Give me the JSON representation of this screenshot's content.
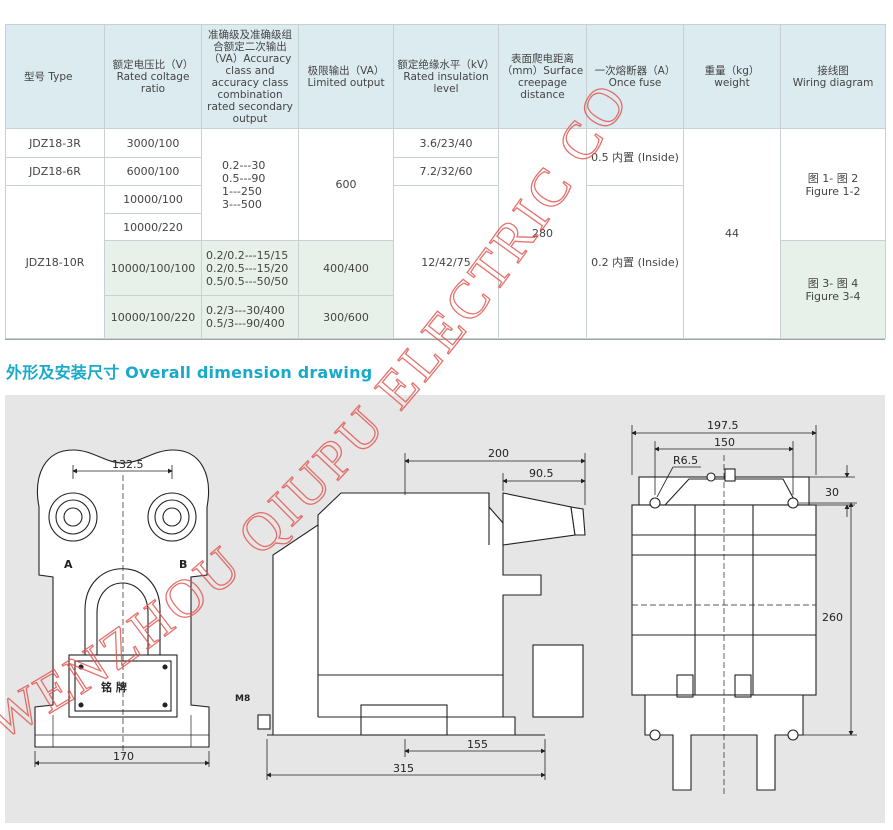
{
  "spec_table": {
    "headers": {
      "type": "型号 Type",
      "ratio": "额定电压比（V）\nRated coltage ratio",
      "accuracy": "准确级及准确级组合额定二次输出（VA）Accuracy class and accuracy class combination rated secondary output",
      "limited": "极限输出（VA）\nLimited output",
      "insulation": "额定绝缘水平（kV）\nRated insulation level",
      "creepage": "表面爬电距离（mm）Surface creepage distance",
      "fuse": "一次熔断器（A）\nOnce fuse",
      "weight": "重量（kg）\nweight",
      "wiring": "接线图\nWiring diagram"
    },
    "rows": {
      "type_3r": "JDZ18-3R",
      "type_6r": "JDZ18-6R",
      "type_10r": "JDZ18-10R",
      "ratio_1": "3000/100",
      "ratio_2": "6000/100",
      "ratio_3": "10000/100",
      "ratio_4": "10000/220",
      "ratio_5": "10000/100/100",
      "ratio_6": "10000/100/220",
      "accuracy_1": "0.2---30\n0.5---90\n1---250\n3---500",
      "accuracy_2": "0.2/0.2---15/15\n0.2/0.5---15/20\n0.5/0.5---50/50",
      "accuracy_3": "0.2/3---30/400\n0.5/3---90/400",
      "limited_1": "600",
      "limited_2": "400/400",
      "limited_3": "300/600",
      "insulation_1": "3.6/23/40",
      "insulation_2": "7.2/32/60",
      "insulation_3": "12/42/75",
      "creepage": "280",
      "fuse_1": "0.5 内置 (Inside)",
      "fuse_2": "0.2 内置 (Inside)",
      "weight": "44",
      "wiring_1": "图 1- 图 2\nFigure 1-2",
      "wiring_2": "图 3- 图 4\nFigure 3-4"
    }
  },
  "section_title": "外形及安装尺寸  Overall dimension drawing",
  "drawing": {
    "front_width_top": "132.5",
    "front_width_bottom": "170",
    "terminal_a": "A",
    "terminal_b": "B",
    "nameplate": "铭   牌",
    "side_len_200": "200",
    "side_len_90_5": "90.5",
    "side_len_155": "155",
    "side_len_315": "315",
    "bolt_label": "M8",
    "top_197_5": "197.5",
    "top_150": "150",
    "radius": "R6.5",
    "height_30": "30",
    "height_260": "260"
  },
  "watermark": "WENZHOU QIUPU ELECTRIC CO",
  "colors": {
    "header_bg": "#dcebf0",
    "green_bg": "#e7f1e9",
    "title_color": "#19a9c9",
    "panel_bg": "#e6e6e6",
    "watermark_red": "#e0504a"
  }
}
